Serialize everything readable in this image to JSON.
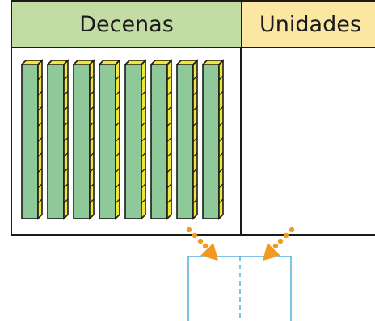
{
  "table": {
    "tens_header": "Decenas",
    "units_header": "Unidades"
  },
  "rods": {
    "count": 8,
    "name": "ten-rod"
  },
  "colors": {
    "tens_header_bg": "#c3dca3",
    "units_header_bg": "#fbe7a1",
    "rod_front": "#8fc99a",
    "rod_side": "#f2e53a",
    "rod_outline": "#1a1a1a",
    "arrow_orange": "#f29a1f",
    "frame_blue": "#5aaee0"
  },
  "icons": {
    "left_arrow": "dotted-arrow-down-right-icon",
    "right_arrow": "dotted-arrow-down-left-icon"
  }
}
